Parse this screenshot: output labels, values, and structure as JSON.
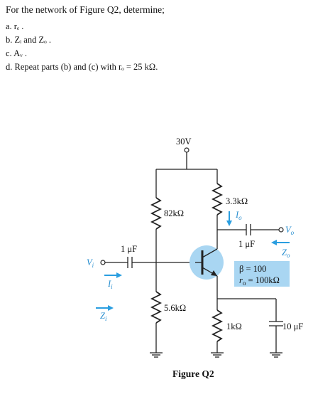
{
  "question": {
    "heading": "For the network of Figure Q2, determine;",
    "parts": [
      "a. rₑ .",
      "b. Zᵢ and Zₒ .",
      "c. Aᵥ .",
      "d. Repeat parts (b) and (c) with rₒ = 25 kΩ."
    ]
  },
  "figure": {
    "supply": "30V",
    "r_b1": "82kΩ",
    "r_b2": "5.6kΩ",
    "r_c": "3.3kΩ",
    "r_e": "1kΩ",
    "c_in": "1 μF",
    "c_out": "1 μF",
    "c_e": "10 μF",
    "beta": "β = 100",
    "ro_sym": "r",
    "ro_sub": "o",
    "ro_val": " = 100kΩ",
    "vi": "V",
    "vi_sub": "i",
    "ii": "I",
    "ii_sub": "i",
    "zi": "Z",
    "zi_sub": "i",
    "io": "I",
    "io_sub": "o",
    "vo": "V",
    "vo_sub": "o",
    "zo": "Z",
    "zo_sub": "o",
    "caption": "Figure Q2"
  },
  "colors": {
    "accent": "#2a9ee0",
    "transistor_fill": "#a9d6f2",
    "params_box": "#a9d6f2"
  }
}
